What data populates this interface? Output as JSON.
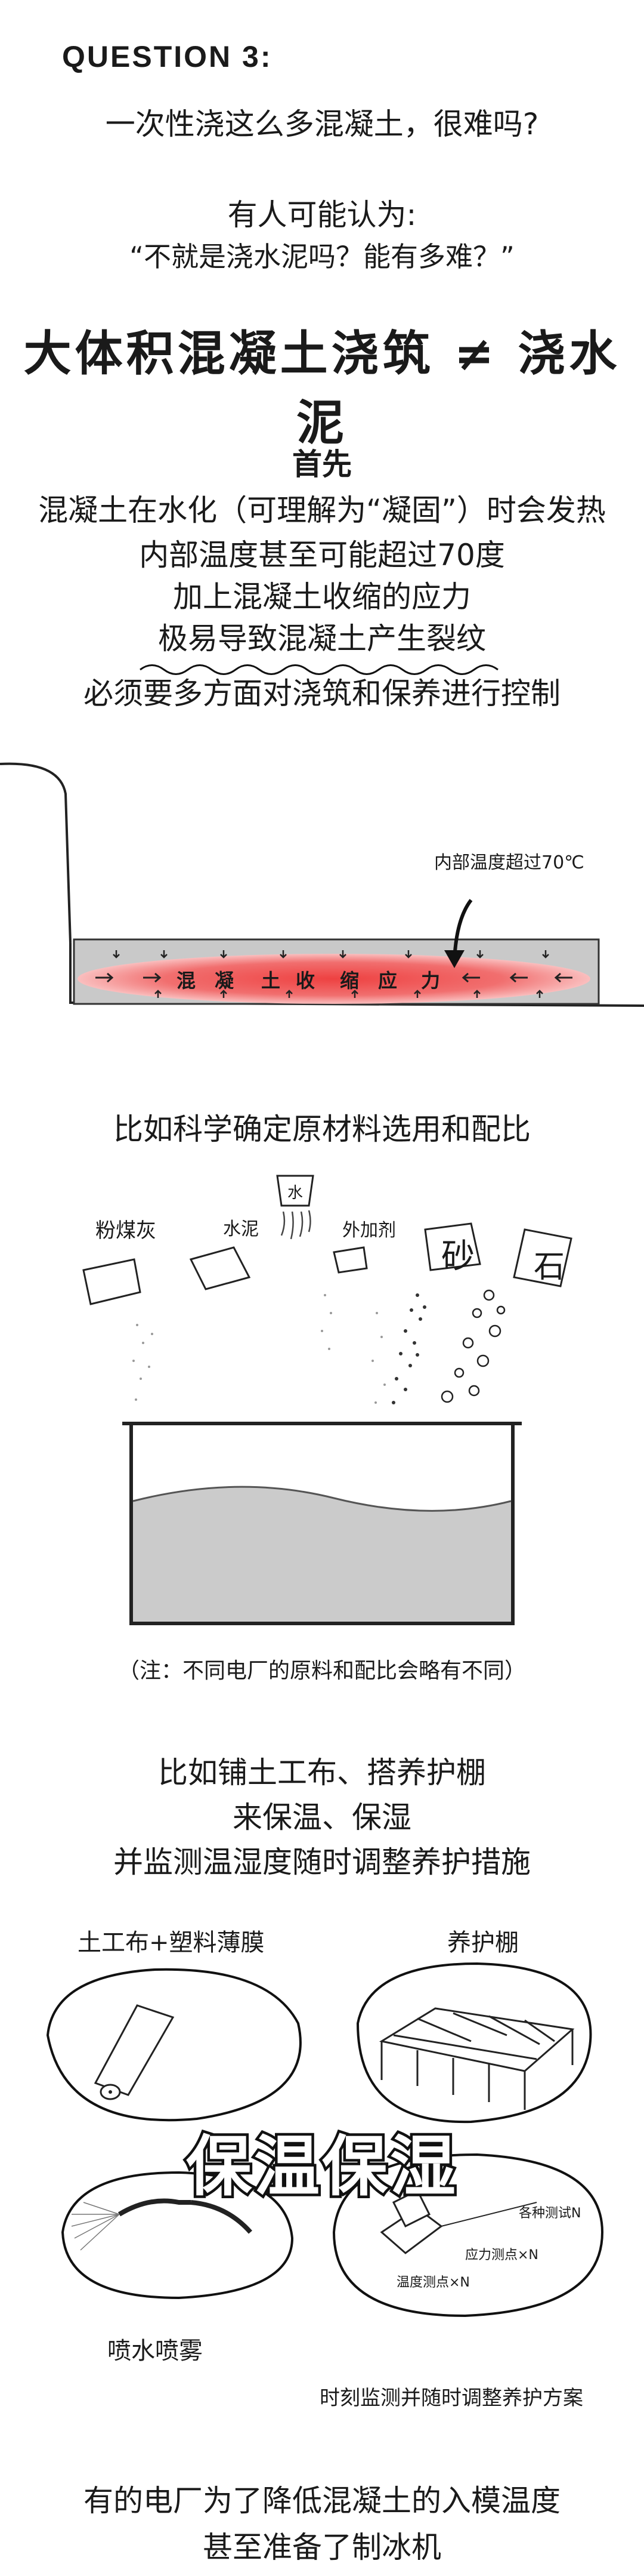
{
  "question": {
    "label": "QUESTION 3:",
    "question_text": "一次性浇这么多混凝土，很难吗?",
    "some_think": "有人可能认为:",
    "quote": "“不就是浇水泥吗？能有多难？”"
  },
  "banner": {
    "text": "大体积混凝土浇筑 ≠ 浇水泥"
  },
  "first": {
    "heading": "首先",
    "lines": [
      "混凝土在水化（可理解为“凝固”）时会发热",
      "内部温度甚至可能超过70度",
      "加上混凝土收缩的应力",
      "极易导致混凝土产生裂纹",
      "必须要多方面对浇筑和保养进行控制"
    ]
  },
  "diagram1": {
    "temp_label": "内部温度超过70℃",
    "stress_chars": [
      "混",
      "凝",
      "土",
      "收",
      "缩",
      "应",
      "力"
    ]
  },
  "materials": {
    "heading": "比如科学确定原材料选用和配比",
    "water": "水",
    "fly_ash": "粉煤灰",
    "cement": "水泥",
    "additive": "外加剂",
    "sand": "砂",
    "stone": "石",
    "note": "（注：不同电厂的原料和配比会略有不同）"
  },
  "curing": {
    "lines": [
      "比如铺土工布、搭养护棚",
      "来保温、保湿",
      "并监测温湿度随时调整养护措施"
    ],
    "geo_label": "土工布+塑料薄膜",
    "shed_label": "养护棚",
    "big_title": "保温保湿",
    "spray_label": "喷水喷雾",
    "monitor_label": "时刻监测并随时调整养护方案",
    "sensor1": "各种测试N",
    "sensor2": "应力测点×N",
    "sensor3": "温度测点×N"
  },
  "ending": {
    "lines": [
      "有的电厂为了降低混凝土的入模温度",
      "甚至准备了制冰机"
    ]
  }
}
